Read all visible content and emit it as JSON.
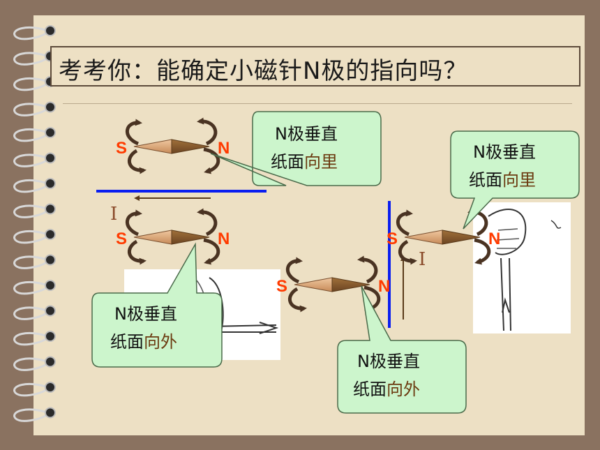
{
  "slide": {
    "title": "考考你：能确定小磁针N极的指向吗？"
  },
  "callouts": [
    {
      "line1": "N极垂直",
      "line2_prefix": "纸面",
      "line2_colored": "向里"
    },
    {
      "line1": "N极垂直",
      "line2_prefix": "纸面",
      "line2_colored": "向里"
    },
    {
      "line1": "N极垂直",
      "line2_prefix": "纸面",
      "line2_colored": "向外"
    },
    {
      "line1": "N极垂直",
      "line2_prefix": "纸面",
      "line2_colored": "向外"
    }
  ],
  "poles": {
    "south": "S",
    "north": "N"
  },
  "current_label": "I",
  "colors": {
    "background": "#8a7260",
    "paper": "#ede0c4",
    "callout_fill": "#ccf5cc",
    "callout_stroke": "#4a6a4a",
    "pole_text": "#ff3b00",
    "wire": "#0a1ef0",
    "direction_word": "#6b3a10",
    "arrow_arc": "#4a3322"
  }
}
